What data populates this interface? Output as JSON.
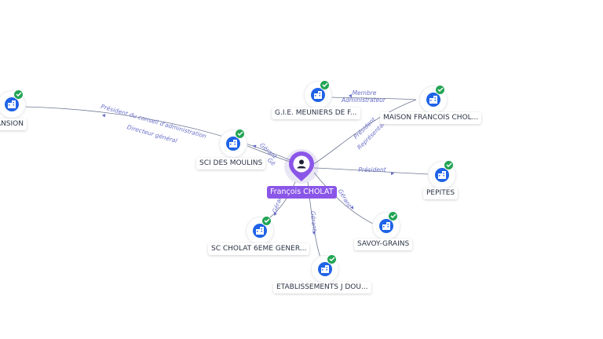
{
  "center": {
    "name": "François CHOLAT"
  },
  "companies": [
    {
      "key": "expansion",
      "label": "E EXPANSION",
      "verified": true
    },
    {
      "key": "sci-moulins",
      "label": "SCI DES MOULINS",
      "verified": true
    },
    {
      "key": "gie",
      "label": "G.I.E. MEUNIERS DE F...",
      "verified": true
    },
    {
      "key": "maison",
      "label": "MAISON FRANCOIS CHOL...",
      "verified": true
    },
    {
      "key": "pepites",
      "label": "PEPITES",
      "verified": true
    },
    {
      "key": "savoy",
      "label": "SAVOY-GRAINS",
      "verified": true
    },
    {
      "key": "etablissements",
      "label": "ETABLISSEMENTS J DOU...",
      "verified": true
    },
    {
      "key": "sc-cholat",
      "label": "SC CHOLAT 6EME GENER...",
      "verified": true
    }
  ],
  "relations": [
    {
      "from": "center",
      "to": "expansion",
      "labels": [
        "Président du conseil d'administration",
        "Directeur général"
      ]
    },
    {
      "from": "center",
      "to": "sci-moulins",
      "labels": [
        "Gérant",
        "Gé"
      ]
    },
    {
      "from": "center",
      "to": "maison",
      "labels": [
        "Président",
        "Représentant"
      ]
    },
    {
      "from": "maison",
      "to": "gie",
      "labels": [
        "Membre",
        "Administrateur"
      ]
    },
    {
      "from": "center",
      "to": "pepites",
      "labels": [
        "Président"
      ]
    },
    {
      "from": "center",
      "to": "savoy",
      "labels": [
        "Gérant"
      ]
    },
    {
      "from": "center",
      "to": "etablissements",
      "labels": [
        "Gérant"
      ]
    },
    {
      "from": "center",
      "to": "sc-cholat",
      "labels": [
        "Gérant"
      ]
    }
  ],
  "colors": {
    "company_icon": "#1f63e6",
    "verified_badge": "#23a455",
    "person": "#8a56e8",
    "edge": "#6f7891",
    "edge_label": "#6a70c8"
  },
  "icons": {
    "company": "building-icon",
    "verified": "check-icon",
    "person": "person-icon"
  }
}
